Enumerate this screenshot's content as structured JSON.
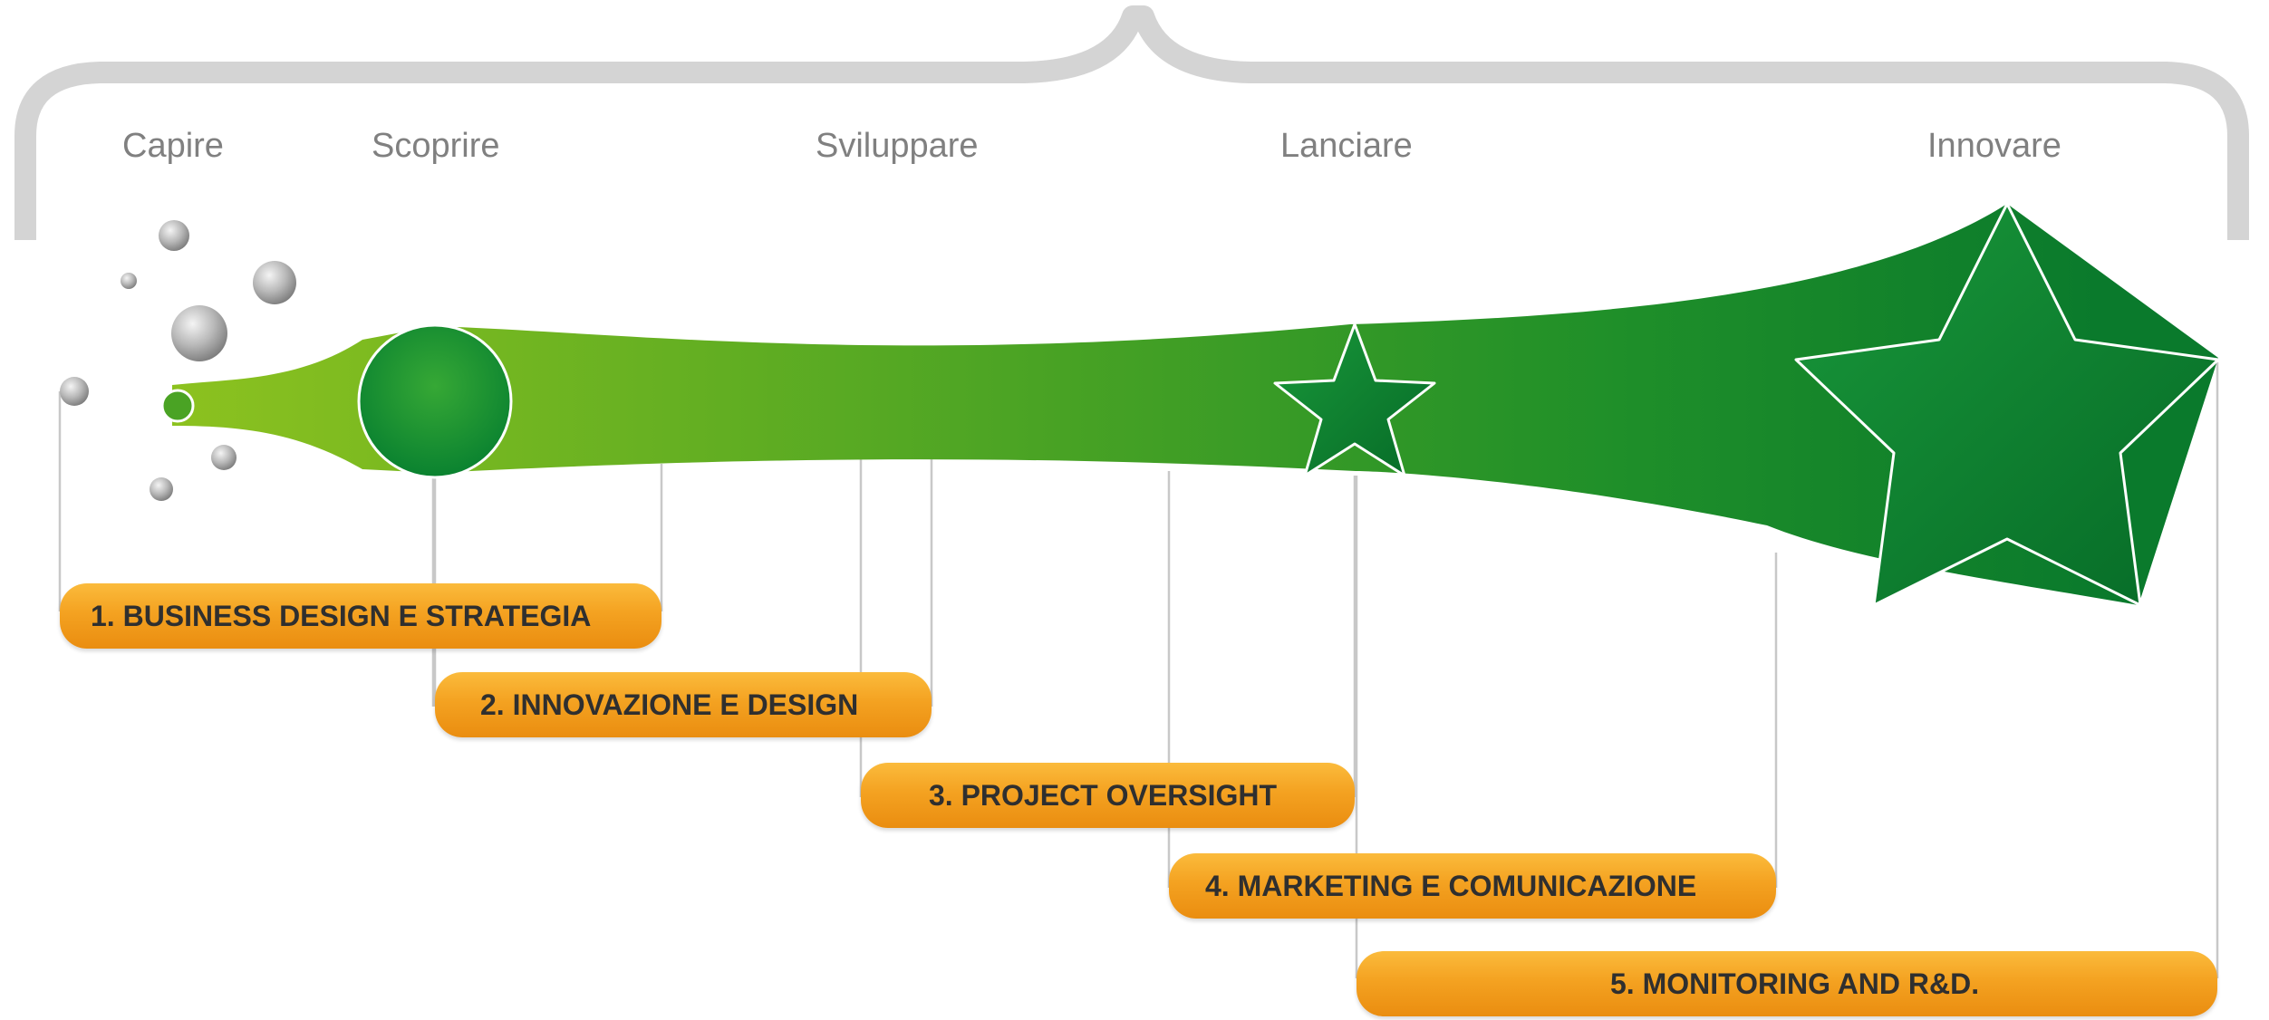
{
  "stages": [
    "Capire",
    "Scoprire",
    "Sviluppare",
    "Lanciare",
    "Innovare"
  ],
  "phases": [
    "1. BUSINESS DESIGN E STRATEGIA",
    "2. INNOVAZIONE E DESIGN",
    "3. PROJECT OVERSIGHT",
    "4. MARKETING E COMUNICAZIONE",
    "5. MONITORING AND R&D."
  ],
  "colors": {
    "green_light": "#8dc21f",
    "green_mid": "#4aa324",
    "green_dark": "#0a7a2c",
    "orange": "#f4a221",
    "bracket": "#d4d4d4",
    "stage_text": "#808080"
  }
}
